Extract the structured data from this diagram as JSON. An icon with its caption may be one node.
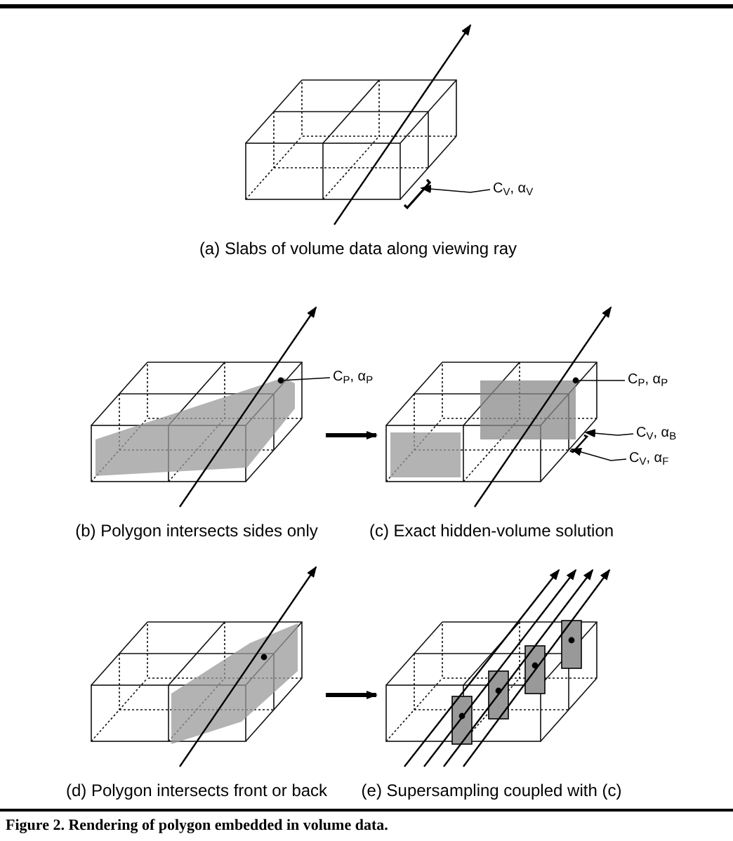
{
  "diagram": {
    "caption": "Figure 2. Rendering of polygon embedded in volume data.",
    "nodes": [
      {
        "text": [],
        "shape": "picture",
        "beside": [
          "(a)  Slabs of volume data along viewing ray"
        ]
      },
      {
        "text": [
          "C$_{V}$, α$_{V}$"
        ]
      },
      {
        "text": [],
        "shape": "picture",
        "beside": [
          "(b)  Polygon intersects sides only"
        ]
      },
      {
        "text": [
          "C$_{P}$, α$_{P}$"
        ]
      },
      {
        "text": [],
        "shape": "picture",
        "beside": [
          "(c)  Exact hidden-volume solution"
        ]
      },
      {
        "text": [
          "C$_{P}$, α$_{P}$"
        ]
      },
      {
        "text": [
          "C$_{V}$, α$_{B}$"
        ]
      },
      {
        "text": [
          "C$_{V}$, α$_{F}$"
        ]
      },
      {
        "text": [],
        "shape": "picture",
        "beside": [
          "(d)  Polygon intersects front or back"
        ]
      },
      {
        "text": [],
        "shape": "picture",
        "beside": [
          "(e)  Supersampling coupled with (c)"
        ]
      }
    ],
    "edges": [
      {
        "from": 1,
        "to": 0,
        "arrow": "to"
      },
      {
        "from": 3,
        "to": 2,
        "arrow": "none"
      },
      {
        "from": 2,
        "to": 4,
        "arrow": "to",
        "style": "thick"
      },
      {
        "from": 5,
        "to": 4,
        "arrow": "none"
      },
      {
        "from": 6,
        "to": 4,
        "arrow": "to"
      },
      {
        "from": 7,
        "to": 4,
        "arrow": "to"
      },
      {
        "from": 8,
        "to": 9,
        "arrow": "to",
        "style": "thick"
      }
    ]
  }
}
